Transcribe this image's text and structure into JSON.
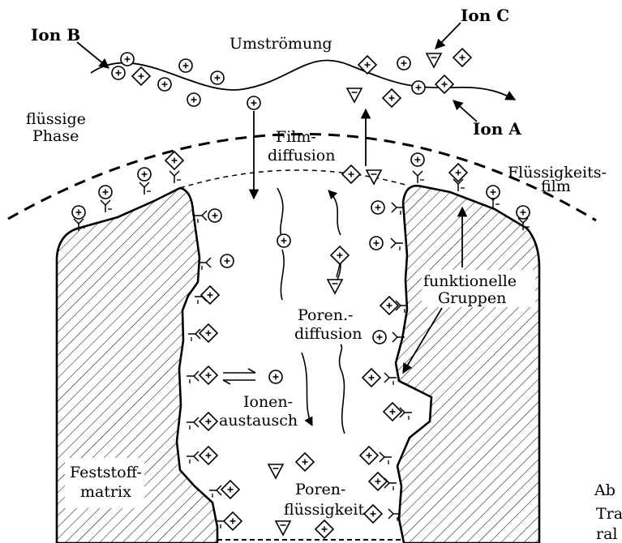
{
  "labels": {
    "ion_b": "Ion B",
    "ion_c": "Ion C",
    "ion_a": "Ion A",
    "umstroemung": "Umströmung",
    "fluessige_phase_1": "flüssige",
    "fluessige_phase_2": "Phase",
    "filmdiffusion_1": "Film-",
    "filmdiffusion_2": "diffusion",
    "fluessigkeitsfilm_1": "Flüssigkeits-",
    "fluessigkeitsfilm_2": "film",
    "funktionelle_1": "funktionelle",
    "funktionelle_2": "Gruppen",
    "porendiffusion_1": "Poren.-",
    "porendiffusion_2": "diffusion",
    "ionenaustausch_1": "Ionen-",
    "ionenaustausch_2": "austausch",
    "feststoffmatrix_1": "Feststoff-",
    "feststoffmatrix_2": "matrix",
    "porenfluessigkeit_1": "Poren-",
    "porenfluessigkeit_2": "flüssigkeit",
    "caption_1": "Ab",
    "caption_2": "Tra",
    "caption_3": "ral"
  },
  "symbols": {
    "plus": "+",
    "minus": "−",
    "exchange": "⇌"
  }
}
